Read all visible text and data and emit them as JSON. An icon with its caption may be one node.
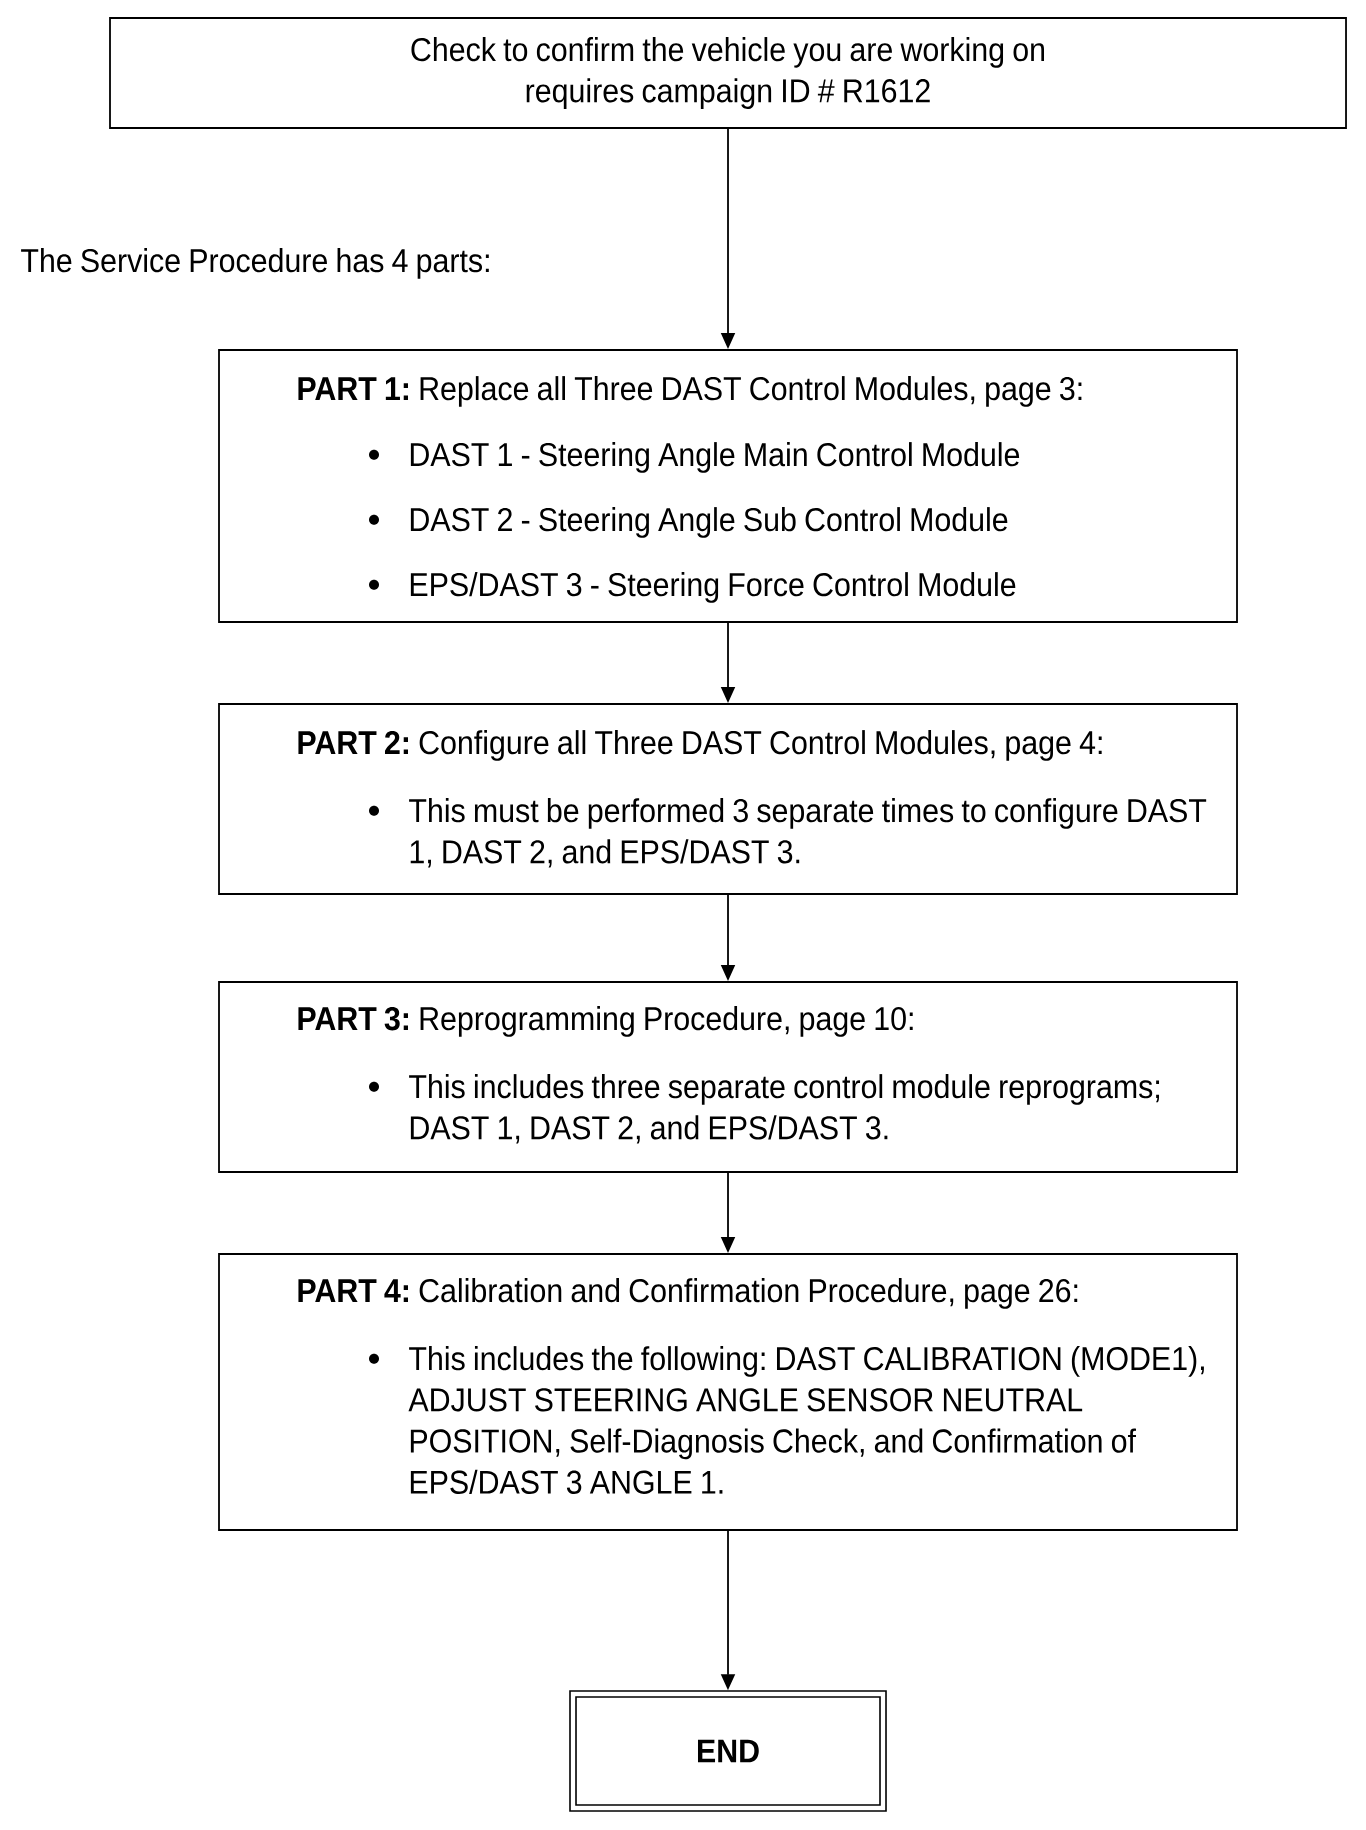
{
  "diagram": {
    "nodes": [
      {
        "text": [
          "Check to confirm the vehicle you are working on requires campaign ID # R1612"
        ]
      },
      {
        "text": [
          "**PART 1:** Replace all Three DAST Control Modules, page 3:",
          "DAST 1 - Steering Angle Main Control Module",
          "DAST 2 - Steering Angle Sub Control Module",
          "EPS/DAST 3 - Steering Force Control Module"
        ]
      },
      {
        "text": [
          "**PART 2:** Configure all Three DAST Control Modules, page 4:",
          "This must be performed 3 separate times to configure DAST 1, DAST 2, and EPS/DAST 3."
        ]
      },
      {
        "text": [
          "**PART 3:** Reprogramming Procedure, page 10:",
          "This includes three separate control module reprograms; DAST 1, DAST 2, and EPS/DAST 3."
        ]
      },
      {
        "text": [
          "**PART 4:** Calibration and Confirmation Procedure, page 26:",
          "This includes the following: DAST CALIBRATION (MODE1), ADJUST STEERING ANGLE SENSOR NEUTRAL POSITION, Self-Diagnosis Check, and Confirmation of EPS/DAST 3 ANGLE 1."
        ]
      },
      {
        "text": [
          "END"
        ]
      }
    ],
    "edges": [
      {
        "from": 0,
        "to": 1,
        "arrow": "to"
      },
      {
        "from": 1,
        "to": 2,
        "arrow": "to"
      },
      {
        "from": 2,
        "to": 3,
        "arrow": "to"
      },
      {
        "from": 3,
        "to": 4,
        "arrow": "to"
      },
      {
        "from": 4,
        "to": 5,
        "arrow": "to"
      }
    ],
    "labels": [
      "The Service Procedure has 4 parts:"
    ]
  }
}
